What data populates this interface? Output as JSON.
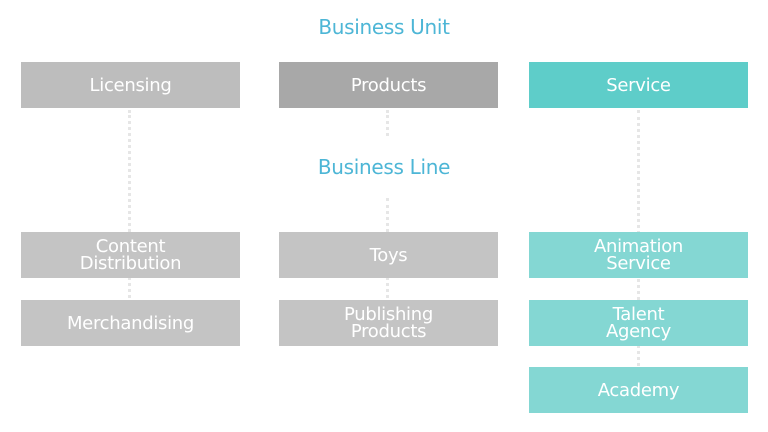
{
  "headings": {
    "business_unit": "Business Unit",
    "business_line": "Business Line"
  },
  "columns": [
    {
      "unit": "Licensing",
      "lines": [
        "Content\nDistribution",
        "Merchandising"
      ]
    },
    {
      "unit": "Products",
      "lines": [
        "Toys",
        "Publishing\nProducts"
      ]
    },
    {
      "unit": "Service",
      "lines": [
        "Animation\nService",
        "Talent\nAgency",
        "Academy"
      ]
    }
  ],
  "colors": {
    "heading": "#4db6d6",
    "licensing_unit": "#bdbdbd",
    "products_unit": "#a8a8a8",
    "service_unit": "#5ecdc9",
    "gray_line": "#c4c4c4",
    "teal_line": "#84d7d3",
    "connector": "#e6e6e6"
  }
}
